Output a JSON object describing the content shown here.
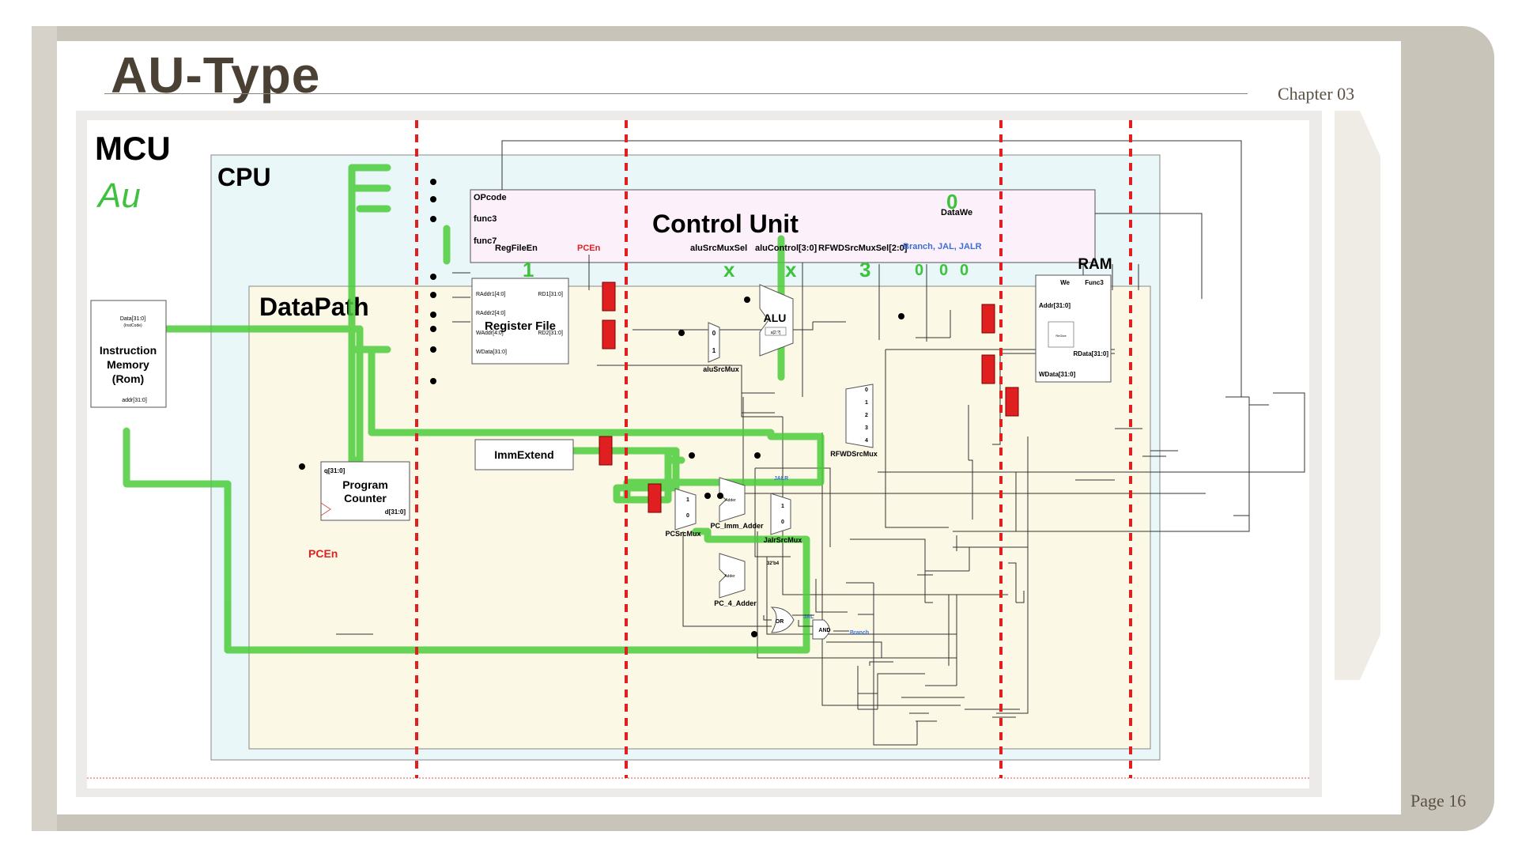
{
  "slide": {
    "title": "AU-Type",
    "chapter": "Chapter 03",
    "page": "Page 16"
  },
  "diagram": {
    "mcu_label": "MCU",
    "au_annotation": "Au",
    "cpu_label": "CPU",
    "datapath_label": "DataPath",
    "control_unit": {
      "title": "Control Unit",
      "inputs": [
        "OPcode",
        "func3",
        "func7"
      ],
      "datawe": "DataWe",
      "outputs": {
        "regfileen": "RegFileEn",
        "pcen": "PCEn",
        "alusrcmuxsel": "aluSrcMuxSel",
        "alucontrol": "aluControl[3:0]",
        "rfwdsrcmuxsel": "RFWDSrcMuxSel[2:0]",
        "branch": "Branch, JAL, JALR"
      }
    },
    "annotations": {
      "datawe_value": "0",
      "regfileen_value": "1",
      "alusrc_value": "x",
      "alucontrol_value": "x",
      "rfwd_value": "3",
      "branch_values": [
        "0",
        "0",
        "0"
      ]
    },
    "instruction_memory": {
      "label_lines": [
        "Instruction",
        "Memory",
        "(Rom)"
      ],
      "data_port": "Data[31:0]",
      "data_sub": "(InstCode)",
      "addr_port": "addr[31:0]"
    },
    "register_file": {
      "title": "Register File",
      "raddr1": "RAddr1[4:0]",
      "raddr2": "RAddr2[4:0]",
      "waddr": "WAddr[4:0]",
      "wdata": "WData[31:0]",
      "rd1": "RD1[31:0]",
      "rd2": "RD2[31:0]"
    },
    "alu": {
      "label": "ALU",
      "inner": "a[2:?]"
    },
    "alusrcmux": {
      "label": "aluSrcMux",
      "in0": "0",
      "in1": "1"
    },
    "ram": {
      "title": "RAM",
      "we": "We",
      "func3": "Func3",
      "addr": "Addr[31:0]",
      "rdata": "RData[31:0]",
      "wdata": "WData[31:0]",
      "inner": "ReGize"
    },
    "rfwdsrcmux": {
      "label": "RFWDSrcMux",
      "inputs": [
        "0",
        "1",
        "2",
        "3",
        "4"
      ]
    },
    "imm_extend": "ImmExtend",
    "program_counter": {
      "label_lines": [
        "Program",
        "Counter"
      ],
      "q": "q[31:0]",
      "d": "d[31:0]",
      "pcen": "PCEn"
    },
    "pcsrcmux": {
      "label": "PCSrcMux",
      "in1": "1",
      "in0": "0"
    },
    "pc_imm_adder": {
      "label": "PC_Imm_Adder",
      "inner": "Adder"
    },
    "jalrsrcmux": {
      "label": "JalrSrcMux",
      "jalr": "JALR",
      "in1": "1",
      "in0": "0"
    },
    "pc_4_adder": {
      "label": "PC_4_Adder",
      "inner": "Adder",
      "const": "32'b4"
    },
    "gates": {
      "or": "OR",
      "and": "AND",
      "jal": "JAL",
      "branch": "Branch"
    },
    "colors": {
      "title": "#4a4034",
      "highlight": "#4ccd3c",
      "red_divider": "#e02020",
      "register_red": "#e02020",
      "blue_label": "#3b6fd4",
      "cpu_bg": "#eaf7f9",
      "datapath_bg": "#fcf8e6",
      "control_bg": "#fcf0fa"
    }
  }
}
